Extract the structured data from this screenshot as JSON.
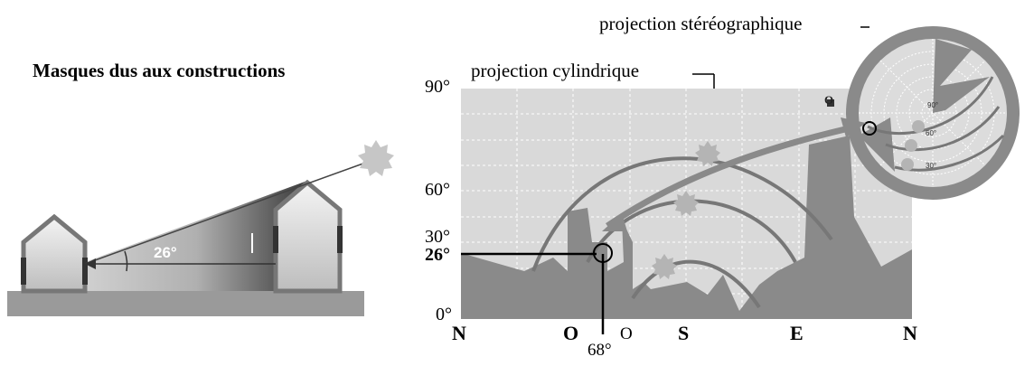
{
  "left_panel": {
    "title": "Masques dus aux constructions",
    "angle_label": "26°"
  },
  "cylindrical": {
    "title": "projection cylindrique",
    "y_ticks": [
      "90°",
      "60°",
      "30°",
      "0°"
    ],
    "marked_altitude": "26°",
    "azimuth_labels": [
      "N",
      "O",
      "O",
      "S",
      "E",
      "N"
    ],
    "marked_azimuth": "68°",
    "corner_letter": "O"
  },
  "stereographic": {
    "title": "projection stéréographique",
    "ring_labels": [
      "90°",
      "60°",
      "30°"
    ]
  },
  "colors": {
    "dark_gray": "#777777",
    "mid_gray": "#9a9a9a",
    "light_gray": "#c8c8c8",
    "bg_gray": "#d9d9d9",
    "sun": "#c0c0c0"
  }
}
